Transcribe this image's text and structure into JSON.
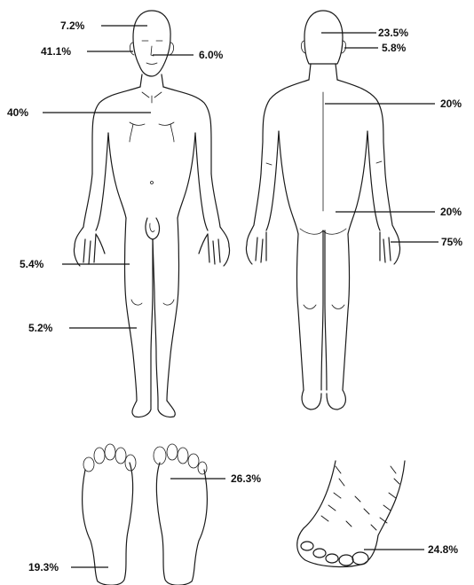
{
  "labels": {
    "front_scalp": "7.2%",
    "front_ear": "41.1%",
    "front_face": "6.0%",
    "front_chest": "40%",
    "front_thigh": "5.4%",
    "front_shin": "5.2%",
    "back_scalp": "23.5%",
    "back_ear": "5.8%",
    "back_upper": "20%",
    "back_lower": "20%",
    "back_hand": "75%",
    "sole_ball": "26.3%",
    "sole_heel": "19.3%",
    "foot_dorsum": "24.8%"
  }
}
